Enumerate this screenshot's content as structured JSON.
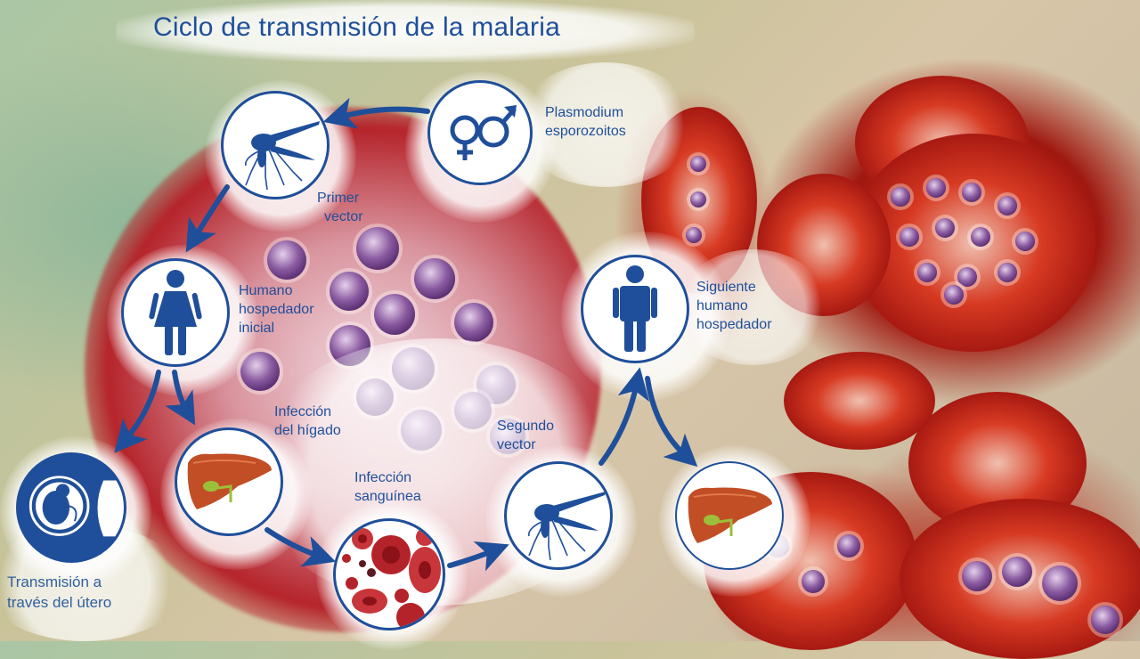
{
  "title": "Ciclo de transmisión de la malaria",
  "colors": {
    "accent_blue": "#1f4f9a",
    "cell_red": "#b5232a",
    "parasite_purple": "#6a3a86",
    "liver": "#c24e25",
    "gallbladder": "#9bbf3a"
  },
  "nodes": [
    {
      "id": "plasmodium",
      "icon": "female-male-symbols-icon",
      "label_lines": [
        "Plasmodium",
        "esporozoitos"
      ]
    },
    {
      "id": "first-vector",
      "icon": "mosquito-icon",
      "label_lines": [
        "Primer",
        "vector"
      ]
    },
    {
      "id": "initial-host",
      "icon": "woman-icon",
      "label_lines": [
        "Humano",
        "hospedador",
        "inicial"
      ]
    },
    {
      "id": "uterus",
      "icon": "fetus-icon",
      "label_lines": [
        "Transmisión a",
        "través del útero"
      ]
    },
    {
      "id": "liver-infection",
      "icon": "liver-icon",
      "label_lines": [
        "Infección",
        "del hígado"
      ]
    },
    {
      "id": "blood-infection",
      "icon": "red-blood-cells-icon",
      "label_lines": [
        "Infección",
        "sanguínea"
      ]
    },
    {
      "id": "second-vector",
      "icon": "mosquito-icon",
      "label_lines": [
        "Segundo",
        "vector"
      ]
    },
    {
      "id": "next-host",
      "icon": "man-icon",
      "label_lines": [
        "Siguiente",
        "humano",
        "hospedador"
      ]
    },
    {
      "id": "next-liver",
      "icon": "liver-icon",
      "label_lines": []
    }
  ],
  "flow": [
    "plasmodium -> first-vector",
    "first-vector -> initial-host",
    "initial-host -> uterus",
    "initial-host -> liver-infection",
    "liver-infection -> blood-infection",
    "blood-infection -> second-vector",
    "second-vector -> next-host",
    "next-host -> next-liver"
  ]
}
